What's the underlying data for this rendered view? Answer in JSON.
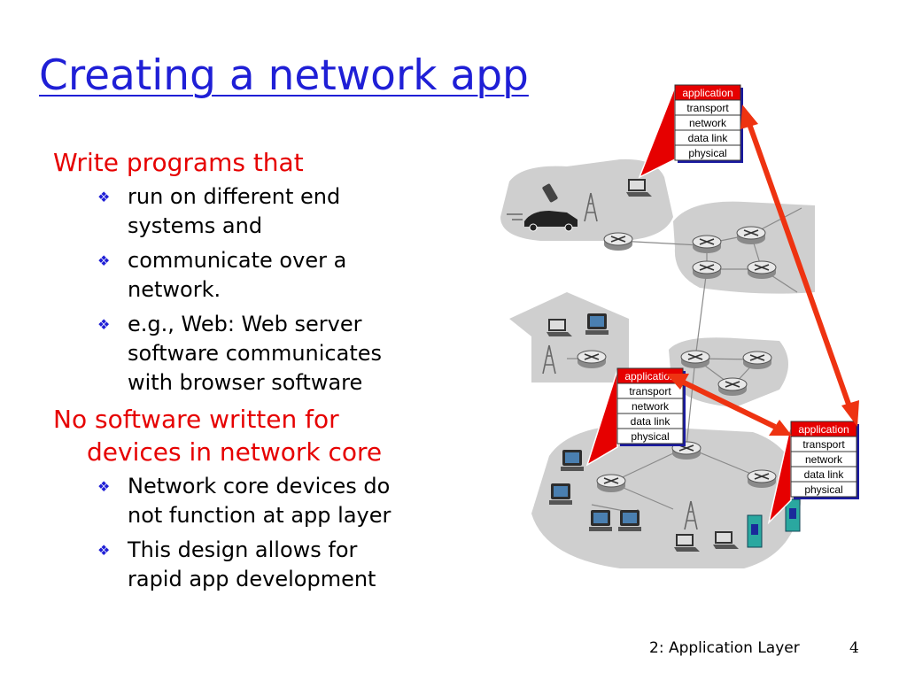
{
  "title": "Creating a network app",
  "bullets": [
    {
      "text": "Write programs that",
      "text2": "",
      "subs": [
        [
          "run on different end",
          "systems and"
        ],
        [
          "communicate over a",
          "network."
        ],
        [
          "e.g., Web: Web server",
          "software communicates",
          "with browser software"
        ]
      ]
    },
    {
      "text": "No software written for",
      "text2": "devices in network core",
      "subs": [
        [
          "Network core devices do",
          "not function at app layer"
        ],
        [
          "This design allows for",
          "rapid app development"
        ]
      ]
    }
  ],
  "stack_layers": [
    "application",
    "transport",
    "network",
    "data link",
    "physical"
  ],
  "footer": "2: Application Layer",
  "page_number": "4",
  "colors": {
    "title": "#1f1fd6",
    "heading": "#e60000",
    "arrow": "#ee3311",
    "cloud": "#cfcfcf",
    "application_bg": "#e60000"
  }
}
